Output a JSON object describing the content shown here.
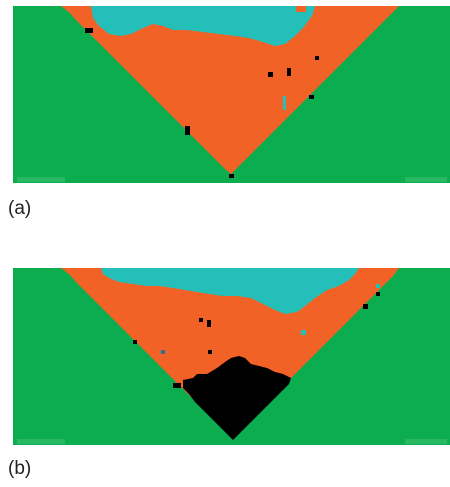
{
  "figure": {
    "panels": [
      {
        "id": "a",
        "caption": "(a)"
      },
      {
        "id": "b",
        "caption": "(b)"
      }
    ]
  },
  "colors": {
    "background_region": "#0cad4e",
    "orange_region": "#f26227",
    "cyan_region": "#25bfba",
    "black_region": "#000000",
    "blue_speck": "#2c6e9c"
  }
}
